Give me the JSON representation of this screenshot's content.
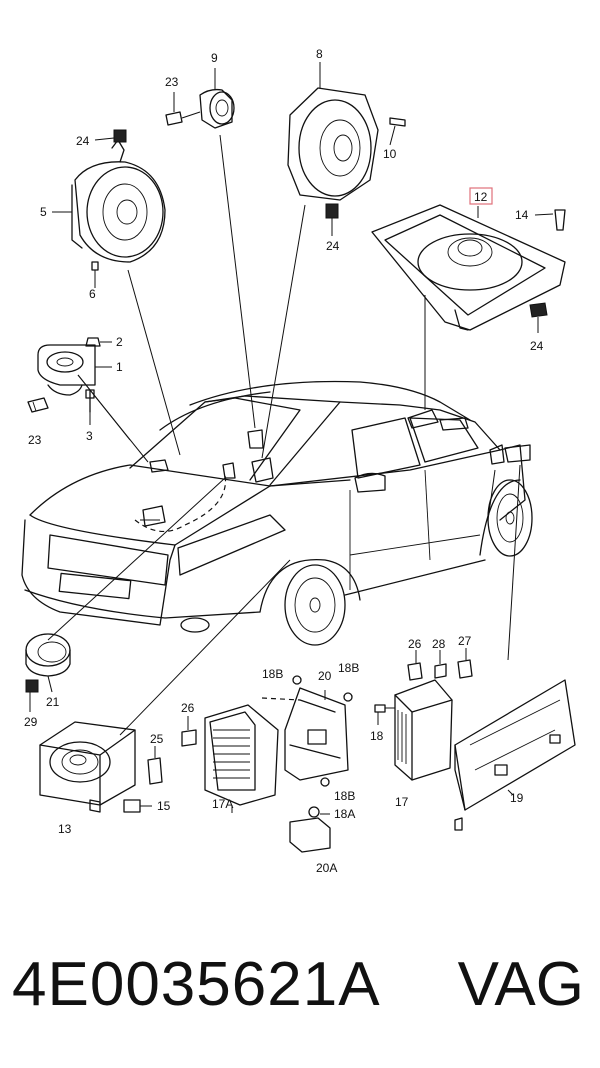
{
  "diagram": {
    "callouts": [
      {
        "id": "c1",
        "text": "1"
      },
      {
        "id": "c2",
        "text": "2"
      },
      {
        "id": "c3",
        "text": "3"
      },
      {
        "id": "c5",
        "text": "5"
      },
      {
        "id": "c6",
        "text": "6"
      },
      {
        "id": "c8",
        "text": "8"
      },
      {
        "id": "c9",
        "text": "9"
      },
      {
        "id": "c10",
        "text": "10"
      },
      {
        "id": "c12",
        "text": "12"
      },
      {
        "id": "c13",
        "text": "13"
      },
      {
        "id": "c14",
        "text": "14"
      },
      {
        "id": "c15",
        "text": "15"
      },
      {
        "id": "c17",
        "text": "17"
      },
      {
        "id": "c17a",
        "text": "17A"
      },
      {
        "id": "c18",
        "text": "18"
      },
      {
        "id": "c18a",
        "text": "18A"
      },
      {
        "id": "c18b1",
        "text": "18B"
      },
      {
        "id": "c18b2",
        "text": "18B"
      },
      {
        "id": "c18b3",
        "text": "18B"
      },
      {
        "id": "c19",
        "text": "19"
      },
      {
        "id": "c20",
        "text": "20"
      },
      {
        "id": "c20a",
        "text": "20A"
      },
      {
        "id": "c21",
        "text": "21"
      },
      {
        "id": "c23a",
        "text": "23"
      },
      {
        "id": "c23b",
        "text": "23"
      },
      {
        "id": "c24a",
        "text": "24"
      },
      {
        "id": "c24b",
        "text": "24"
      },
      {
        "id": "c24c",
        "text": "24"
      },
      {
        "id": "c25",
        "text": "25"
      },
      {
        "id": "c26a",
        "text": "26"
      },
      {
        "id": "c26b",
        "text": "26"
      },
      {
        "id": "c27",
        "text": "27"
      },
      {
        "id": "c28",
        "text": "28"
      },
      {
        "id": "c29",
        "text": "29"
      }
    ],
    "highlight_color": "#e0707a"
  },
  "caption": {
    "part_number": "4E0035621A",
    "brand": "VAG"
  }
}
